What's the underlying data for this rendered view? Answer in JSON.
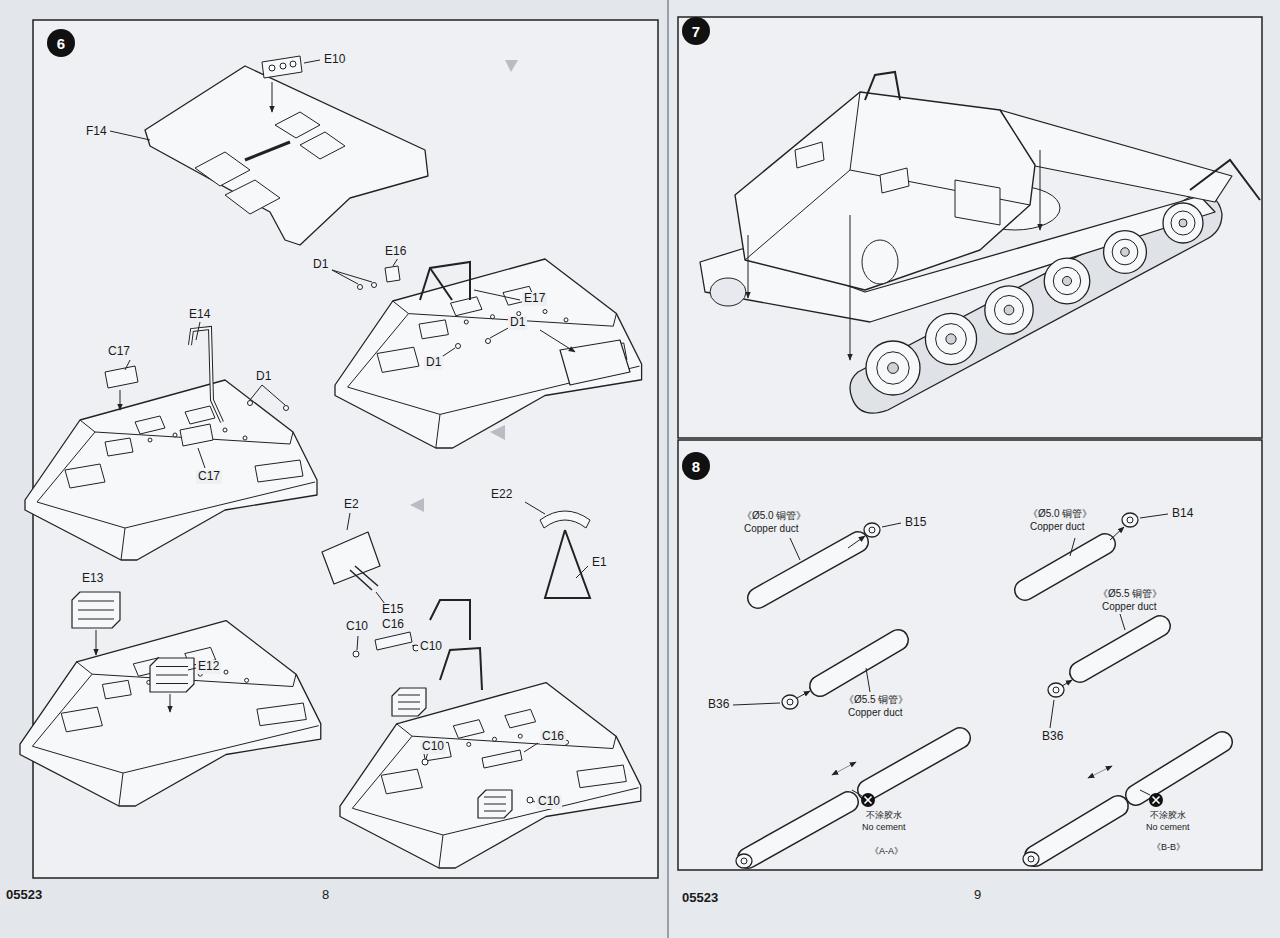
{
  "diagram": {
    "nodes": [
      {
        "text": [
          "6"
        ]
      },
      {
        "text": [
          "7"
        ]
      },
      {
        "text": [
          "8"
        ]
      }
    ],
    "labels": [
      "E10",
      "F14",
      "E16",
      "D1",
      "E17",
      "E14",
      "D1",
      "C17",
      "D1",
      "D1",
      "C17",
      "E2",
      "E22",
      "E1",
      "E15",
      "E13",
      "E12",
      "C10",
      "C16",
      "C10",
      "C10",
      "C16",
      "C10",
      "05523",
      "8",
      "《Ø5.0 铜管》",
      "Copper duct",
      "B15",
      "《Ø5.0 铜管》",
      "Copper duct",
      "B14",
      "《Ø5.5 铜管》",
      "Copper duct",
      "B36",
      "《Ø5.5 铜管》",
      "Copper duct",
      "B36",
      "不涂胶水",
      "No cement",
      "《A-A》",
      "不涂胶水",
      "No cement",
      "《B-B》",
      "05523",
      "9"
    ]
  }
}
